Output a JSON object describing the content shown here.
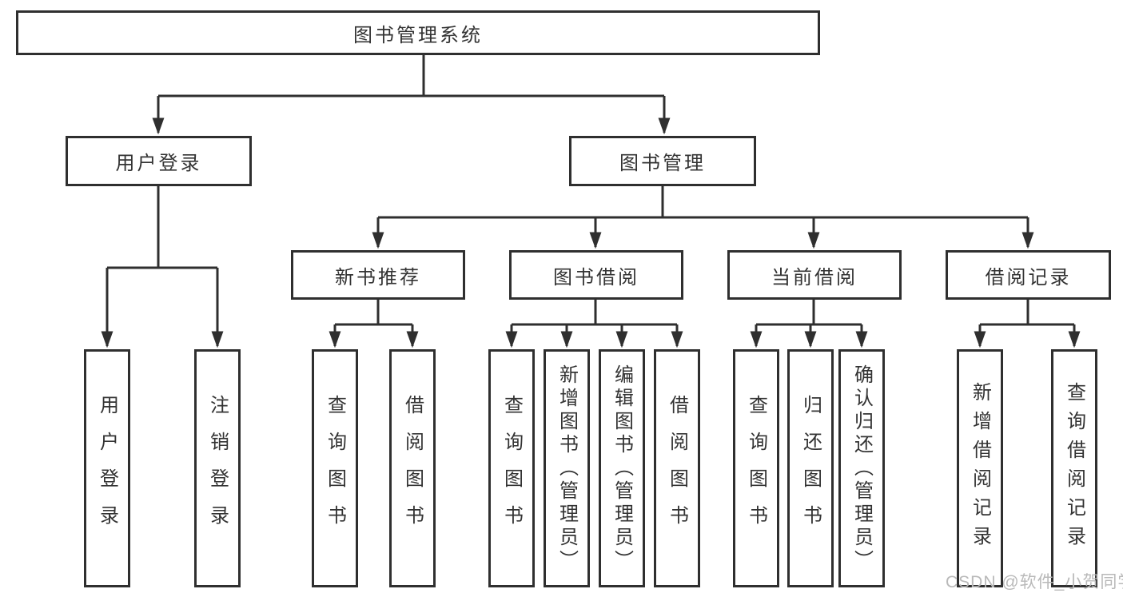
{
  "diagram": {
    "title": "图书管理系统",
    "branches": [
      {
        "label": "用户登录",
        "children": [
          {
            "label": "用户登录"
          },
          {
            "label": "注销登录"
          }
        ]
      },
      {
        "label": "图书管理",
        "children": [
          {
            "label": "新书推荐",
            "children": [
              {
                "label": "查询图书"
              },
              {
                "label": "借阅图书"
              }
            ]
          },
          {
            "label": "图书借阅",
            "children": [
              {
                "label": "查询图书"
              },
              {
                "label": "新增图书（管理员）"
              },
              {
                "label": "编辑图书（管理员）"
              },
              {
                "label": "借阅图书"
              }
            ]
          },
          {
            "label": "当前借阅",
            "children": [
              {
                "label": "查询图书"
              },
              {
                "label": "归还图书"
              },
              {
                "label": "确认归还（管理员）"
              }
            ]
          },
          {
            "label": "借阅记录",
            "children": [
              {
                "label": "新增借阅记录"
              },
              {
                "label": "查询借阅记录"
              }
            ]
          }
        ]
      }
    ]
  },
  "watermark": "CSDN @软件_小贺同学",
  "colors": {
    "line": "#2f2f2f",
    "text": "#333333",
    "watermark": "#b9b9b9",
    "background": "#ffffff"
  }
}
